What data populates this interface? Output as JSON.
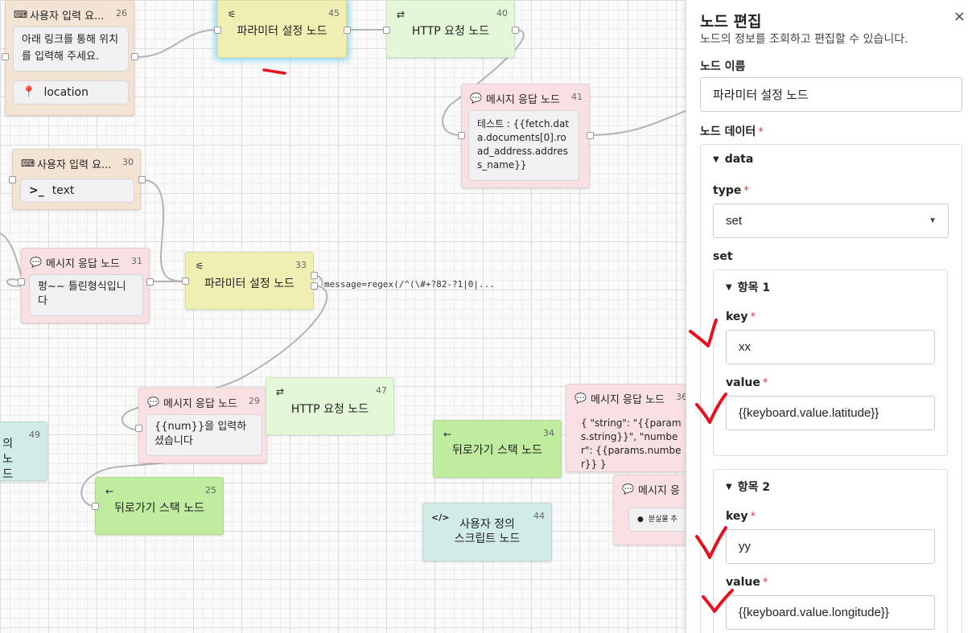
{
  "canvas": {
    "nodes": {
      "n26": {
        "title": "사용자 입력 요...",
        "num": "26",
        "text": "아래 링크를 통해 위치를 입력해 주세요.",
        "chip": "location"
      },
      "n45": {
        "label": "파라미터 설정 노드",
        "num": "45"
      },
      "n40": {
        "label": "HTTP 요청 노드",
        "num": "40"
      },
      "n41": {
        "title": "메시지 응답 노드",
        "num": "41",
        "text": "테스트 : {{fetch.data.documents[0].road_address.address_name}}"
      },
      "n30": {
        "title": "사용자 입력 요...",
        "num": "30",
        "chip": "text"
      },
      "n31": {
        "title": "메시지 응답 노드",
        "num": "31",
        "text": "펑~~ 틀린형식입니다"
      },
      "n33": {
        "label": "파라미터 설정 노드",
        "num": "33",
        "edge_label": "message=regex(/^(\\#+?82-?1|0|..."
      },
      "n29": {
        "title": "메시지 응답 노드",
        "num": "29",
        "text": "{{num}}을 입력하셨습니다"
      },
      "n47": {
        "label": "HTTP 요청 노드",
        "num": "47"
      },
      "n36": {
        "title": "메시지 응답 노드",
        "num": "36",
        "text": "{ \"string\": \"{{params.string}}\", \"number\": {{params.number}} }"
      },
      "n34": {
        "label": "뒤로가기 스택 노드",
        "num": "34"
      },
      "n25": {
        "label": "뒤로가기 스택 노드",
        "num": "25"
      },
      "n44": {
        "label_line1": "사용자 정의",
        "label_line2": "스크립트 노드",
        "num": "44"
      },
      "n49": {
        "label_line1": "의",
        "label_line2": "노드",
        "num": "49"
      },
      "n_partial": {
        "title": "메시지 응",
        "chip": "분실물 추"
      }
    }
  },
  "panel": {
    "title": "노드 편집",
    "subtitle": "노드의 정보를 조회하고 편집할 수 있습니다.",
    "close": "×",
    "name_label": "노드 이름",
    "name_value": "파라미터 설정 노드",
    "data_label": "노드 데이터",
    "req": "*",
    "data_section": "data",
    "type_label": "type",
    "type_value": "set",
    "set_label": "set",
    "items": [
      {
        "header": "항목 1",
        "key_label": "key",
        "key_value": "xx",
        "value_label": "value",
        "value_value": "{{keyboard.value.latitude}}"
      },
      {
        "header": "항목 2",
        "key_label": "key",
        "key_value": "yy",
        "value_label": "value",
        "value_value": "{{keyboard.value.longitude}}"
      }
    ]
  },
  "colors": {
    "red_mark": "#e8101e",
    "selected_glow": "#8ad4f5"
  }
}
